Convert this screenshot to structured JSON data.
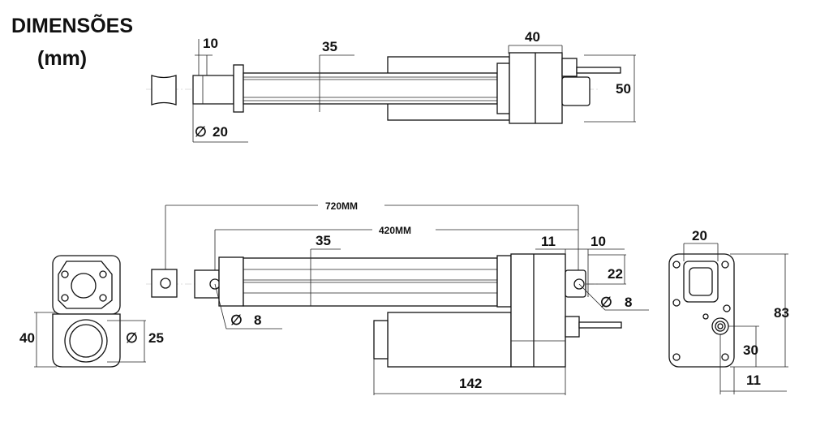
{
  "title": {
    "line1": "DIMENSÕES",
    "line2": "(mm)"
  },
  "top_view": {
    "rod_end_width": "10",
    "tube": "35",
    "gearbox_width": "40",
    "height": "50",
    "rod_diameter_symbol": "∅",
    "rod_diameter": "20"
  },
  "side_view": {
    "extended_length": "720MM",
    "retracted_length": "420MM",
    "tube": "35",
    "clevis_offset": "11",
    "clevis_width": "10",
    "clevis_height": "22",
    "left_hole_symbol": "∅",
    "left_hole": "8",
    "right_hole_symbol": "∅",
    "right_hole": "8",
    "motor_length": "142"
  },
  "left_end_view": {
    "height": "40",
    "motor_diameter_symbol": "∅",
    "motor_diameter": "25"
  },
  "right_end_view": {
    "square": "20",
    "height": "83",
    "fitting_height": "30",
    "fitting_offset": "11"
  }
}
